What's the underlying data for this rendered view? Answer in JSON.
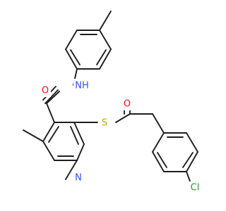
{
  "molecule": {
    "atoms": {
      "oxygen_amide": "O",
      "nitrogen_amide": "NH",
      "nitrogen_ring": "N",
      "sulfur": "S",
      "oxygen_ketone": "O",
      "chlorine": "Cl"
    },
    "colors": {
      "O": "#ff0d0d",
      "N": "#3050f8",
      "S": "#c8a800",
      "Cl": "#1fa01f",
      "bond": "#1e1e1e"
    }
  }
}
